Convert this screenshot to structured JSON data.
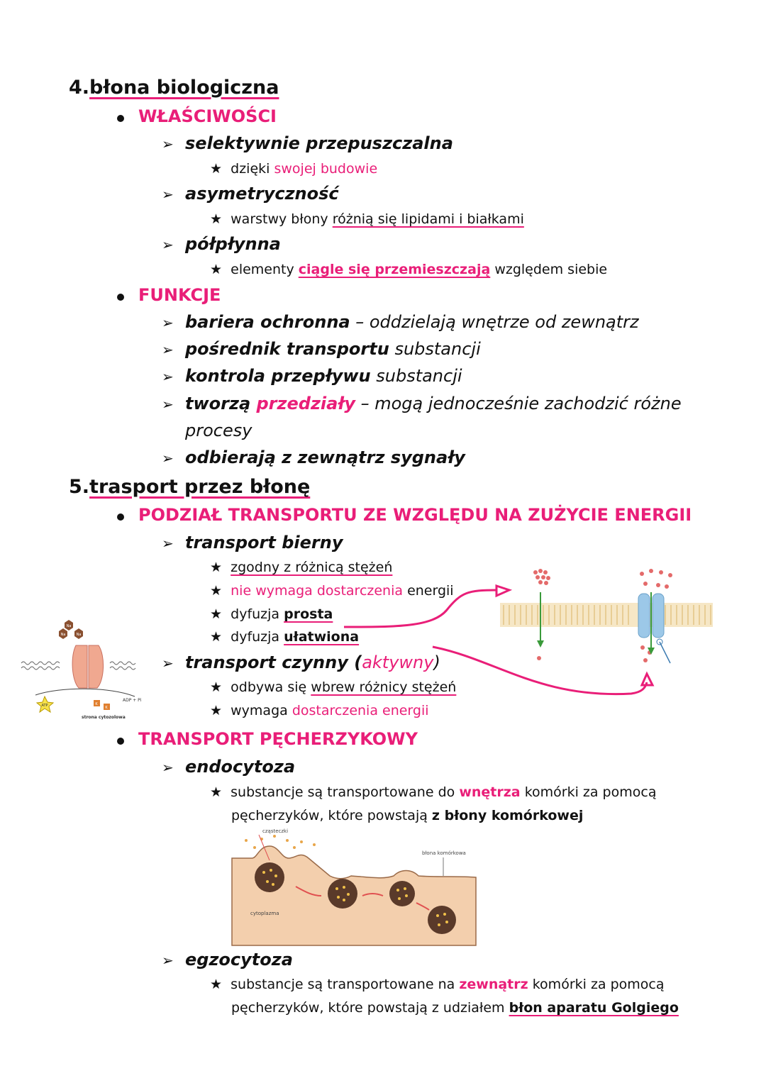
{
  "s4": {
    "num": "4.",
    "title": "błona biologiczna",
    "props_header": "WŁAŚCIWOŚCI",
    "p1": "selektywnie przepuszczalna",
    "p1_a": "dzięki",
    "p1_b": "swojej budowie",
    "p2": "asymetryczność",
    "p2_a": "warstwy błony",
    "p2_b": "różnią się lipidami i białkami",
    "p3": "półpłynna",
    "p3_a": "elementy",
    "p3_b": "ciągle się przemieszczają",
    "p3_c": "względem siebie",
    "func_header": "FUNKCJE",
    "f1_a": "bariera ochronna",
    "f1_b": " – oddzielają wnętrze od zewnątrz",
    "f2_a": "pośrednik transportu",
    "f2_b": " substancji",
    "f3_a": "kontrola przepływu",
    "f3_b": " substancji",
    "f4_a": "tworzą ",
    "f4_b": "przedziały",
    "f4_c": " – mogą jednocześnie zachodzić różne",
    "f4_d": "procesy",
    "f5": "odbierają z zewnątrz sygnały"
  },
  "s5": {
    "num": "5.",
    "title": "trasport przez błonę",
    "energy_header": "PODZIAŁ TRANSPORTU ZE WZGLĘDU NA ZUŻYCIE ENERGII",
    "passive": "transport bierny",
    "pa1": "zgodny z różnicą stężeń",
    "pa2_a": "nie wymaga dostarczenia",
    "pa2_b": "energii",
    "pa3_a": "dyfuzja",
    "pa3_b": "prosta",
    "pa4_a": "dyfuzja",
    "pa4_b": "ułatwiona",
    "active_a": "transport czynny (",
    "active_b": "aktywny",
    "active_c": ")",
    "ac1_a": "odbywa się",
    "ac1_b": "wbrew różnicy stężeń",
    "ac2_a": "wymaga",
    "ac2_b": "dostarczenia energii",
    "vesicle_header": "TRANSPORT PĘCHERZYKOWY",
    "endo": "endocytoza",
    "endo_1a": "substancje są transportowane do",
    "endo_1b": "wnętrza",
    "endo_1c": "komórki za pomocą",
    "endo_2a": "pęcherzyków, które powstają",
    "endo_2b": "z błony komórkowej",
    "exo": "egzocytoza",
    "exo_1a": "substancje są transportowane na",
    "exo_1b": "zewnątrz",
    "exo_1c": "komórki za pomocą",
    "exo_2a": "pęcherzyków, które powstają z udziałem",
    "exo_2b": "błon aparatu Golgiego"
  },
  "figures": {
    "pump_atp": "ATP",
    "pump_adp": "ADP + Pi",
    "pump_side": "strona cytozolowa",
    "pump_na": "Na",
    "pump_k": "K",
    "endo_particles": "cząsteczki",
    "endo_membrane": "błona komórkowa",
    "endo_cytoplasm": "cytoplazma"
  },
  "colors": {
    "accent": "#e91e78",
    "text": "#111111"
  }
}
